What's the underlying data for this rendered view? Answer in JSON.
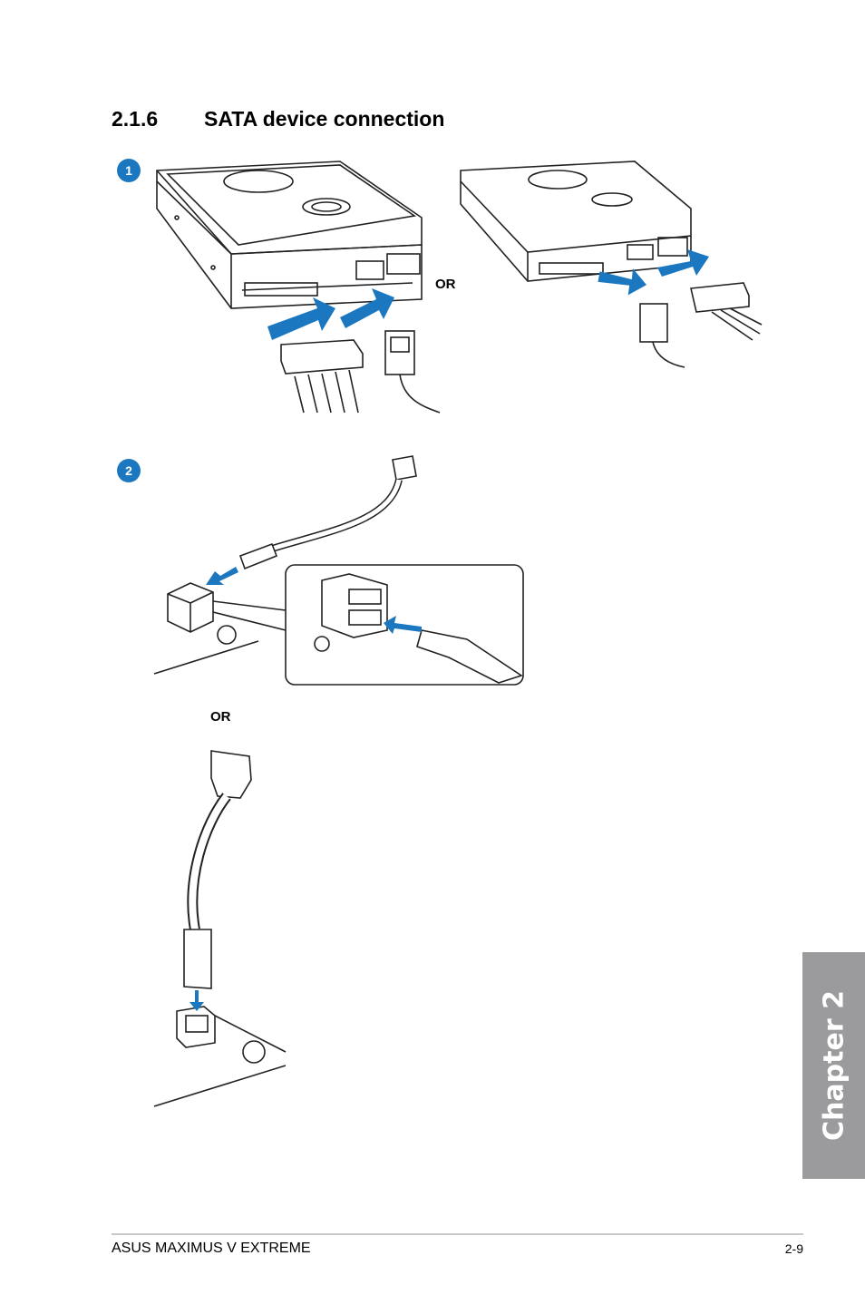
{
  "section": {
    "number": "2.1.6",
    "title": "SATA device connection"
  },
  "steps": [
    {
      "badge": "1"
    },
    {
      "badge": "2"
    }
  ],
  "or_labels": [
    "OR",
    "OR"
  ],
  "chapter_tab": {
    "label": "Chapter 2",
    "color": "#9b9b9d"
  },
  "footer": {
    "left": "ASUS MAXIMUS V EXTREME",
    "right": "2-9"
  },
  "colors": {
    "accent": "#1b78c0",
    "arrow": "#1b78c0"
  }
}
